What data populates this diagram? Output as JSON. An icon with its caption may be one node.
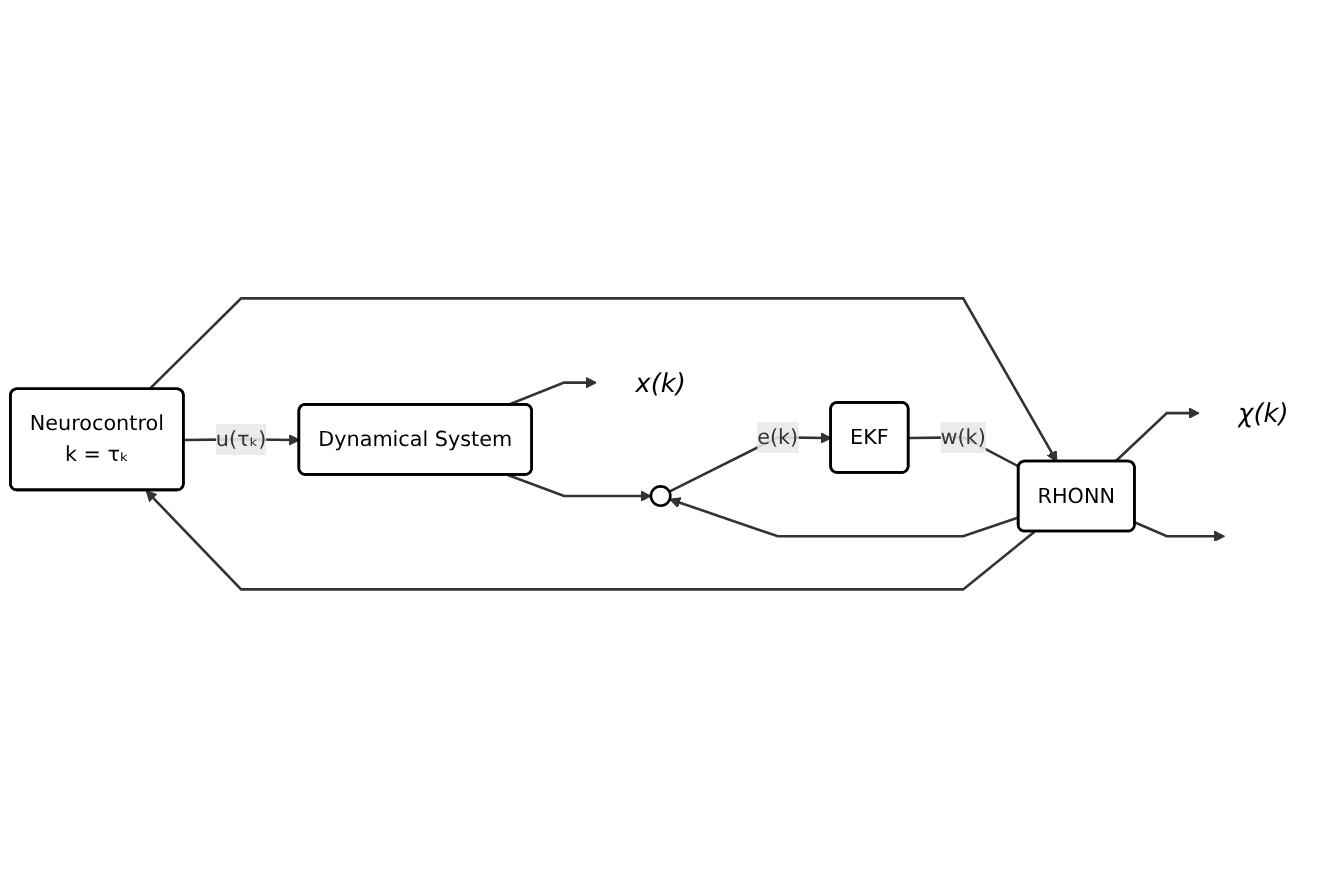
{
  "diagram": {
    "nodes": [
      {
        "text": [
          "Neurocontrol",
          "k = τₖ"
        ]
      },
      {
        "text": [
          "Dynamical System"
        ]
      },
      {
        "text": [
          "EKF"
        ]
      },
      {
        "text": [
          "RHONN"
        ]
      },
      {
        "text": [],
        "shape": "circle"
      },
      {
        "text": [
          "x(k)"
        ]
      },
      {
        "text": [
          "χ(k)"
        ]
      }
    ],
    "edges": [
      {
        "from": 0,
        "to": 1,
        "arrow": "to",
        "label": "u(τₖ)"
      },
      {
        "from": 0,
        "to": 3,
        "arrow": "to"
      },
      {
        "from": 1,
        "to": 5,
        "arrow": "to"
      },
      {
        "from": 1,
        "to": 4,
        "arrow": "to"
      },
      {
        "from": 3,
        "to": 6,
        "arrow": "to"
      },
      {
        "from": 3,
        "to": 4,
        "arrow": "to"
      },
      {
        "from": 3,
        "to": 0,
        "arrow": "to"
      },
      {
        "from": 4,
        "to": 2,
        "arrow": "to",
        "label": "e(k)"
      },
      {
        "from": 2,
        "to": 3,
        "arrow": "none",
        "label": "w(k)"
      },
      {
        "from": 3,
        "to": null,
        "arrow": "to"
      }
    ]
  }
}
